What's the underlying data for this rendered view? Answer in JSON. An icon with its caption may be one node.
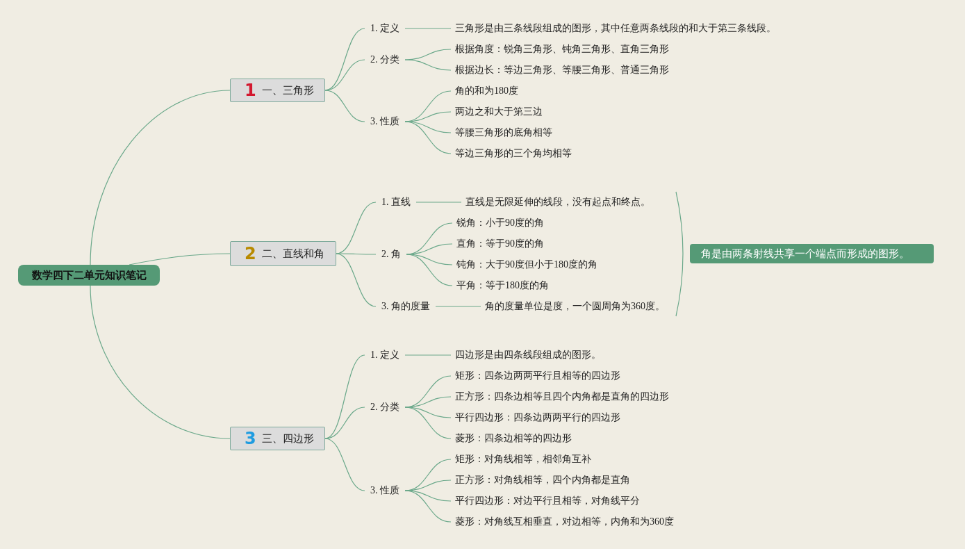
{
  "diagram": {
    "nodes": [
      {
        "text": [
          "数学四下二单元知识笔记"
        ]
      },
      {
        "text": [
          "1",
          "一、三角形"
        ]
      },
      {
        "text": [
          "1. 定义"
        ]
      },
      {
        "text": [
          "三角形是由三条线段组成的图形，其中任意两条线段的和大于第三条线段。"
        ]
      },
      {
        "text": [
          "2. 分类"
        ]
      },
      {
        "text": [
          "根据角度：锐角三角形、钝角三角形、直角三角形"
        ]
      },
      {
        "text": [
          "根据边长：等边三角形、等腰三角形、普通三角形"
        ]
      },
      {
        "text": [
          "3. 性质"
        ]
      },
      {
        "text": [
          "角的和为180度"
        ]
      },
      {
        "text": [
          "两边之和大于第三边"
        ]
      },
      {
        "text": [
          "等腰三角形的底角相等"
        ]
      },
      {
        "text": [
          "等边三角形的三个角均相等"
        ]
      },
      {
        "text": [
          "2",
          "二、直线和角"
        ]
      },
      {
        "text": [
          "1. 直线"
        ]
      },
      {
        "text": [
          "直线是无限延伸的线段，没有起点和终点。"
        ]
      },
      {
        "text": [
          "2. 角"
        ]
      },
      {
        "text": [
          "锐角：小于90度的角"
        ]
      },
      {
        "text": [
          "直角：等于90度的角"
        ]
      },
      {
        "text": [
          "钝角：大于90度但小于180度的角"
        ]
      },
      {
        "text": [
          "平角：等于180度的角"
        ]
      },
      {
        "text": [
          "3. 角的度量"
        ]
      },
      {
        "text": [
          "角的度量单位是度，一个圆周角为360度。"
        ]
      },
      {
        "text": [
          "角是由两条射线共享一个端点而形成的图形。"
        ]
      },
      {
        "text": [
          "3",
          "三、四边形"
        ]
      },
      {
        "text": [
          "1. 定义"
        ]
      },
      {
        "text": [
          "四边形是由四条线段组成的图形。"
        ]
      },
      {
        "text": [
          "2. 分类"
        ]
      },
      {
        "text": [
          "矩形：四条边两两平行且相等的四边形"
        ]
      },
      {
        "text": [
          "正方形：四条边相等且四个内角都是直角的四边形"
        ]
      },
      {
        "text": [
          "平行四边形：四条边两两平行的四边形"
        ]
      },
      {
        "text": [
          "菱形：四条边相等的四边形"
        ]
      },
      {
        "text": [
          "3. 性质"
        ]
      },
      {
        "text": [
          "矩形：对角线相等，相邻角互补"
        ]
      },
      {
        "text": [
          "正方形：对角线相等，四个内角都是直角"
        ]
      },
      {
        "text": [
          "平行四边形：对边平行且相等，对角线平分"
        ]
      },
      {
        "text": [
          "菱形：对角线互相垂直，对边相等，内角和为360度"
        ]
      }
    ],
    "edges": [
      {
        "from": 0,
        "to": 1,
        "arrow": "none"
      },
      {
        "from": 0,
        "to": 12,
        "arrow": "none"
      },
      {
        "from": 0,
        "to": 23,
        "arrow": "none"
      },
      {
        "from": 1,
        "to": 2,
        "arrow": "none"
      },
      {
        "from": 1,
        "to": 4,
        "arrow": "none"
      },
      {
        "from": 1,
        "to": 7,
        "arrow": "none"
      },
      {
        "from": 2,
        "to": 3,
        "arrow": "none"
      },
      {
        "from": 4,
        "to": 5,
        "arrow": "none"
      },
      {
        "from": 4,
        "to": 6,
        "arrow": "none"
      },
      {
        "from": 7,
        "to": 8,
        "arrow": "none"
      },
      {
        "from": 7,
        "to": 9,
        "arrow": "none"
      },
      {
        "from": 7,
        "to": 10,
        "arrow": "none"
      },
      {
        "from": 7,
        "to": 11,
        "arrow": "none"
      },
      {
        "from": 12,
        "to": 13,
        "arrow": "none"
      },
      {
        "from": 12,
        "to": 15,
        "arrow": "none"
      },
      {
        "from": 12,
        "to": 20,
        "arrow": "none"
      },
      {
        "from": 13,
        "to": 14,
        "arrow": "none"
      },
      {
        "from": 15,
        "to": 16,
        "arrow": "none"
      },
      {
        "from": 15,
        "to": 17,
        "arrow": "none"
      },
      {
        "from": 15,
        "to": 18,
        "arrow": "none"
      },
      {
        "from": 15,
        "to": 19,
        "arrow": "none"
      },
      {
        "from": 20,
        "to": 21,
        "arrow": "none"
      },
      {
        "from": 23,
        "to": 24,
        "arrow": "none"
      },
      {
        "from": 23,
        "to": 26,
        "arrow": "none"
      },
      {
        "from": 23,
        "to": 31,
        "arrow": "none"
      },
      {
        "from": 24,
        "to": 25,
        "arrow": "none"
      },
      {
        "from": 26,
        "to": 27,
        "arrow": "none"
      },
      {
        "from": 26,
        "to": 28,
        "arrow": "none"
      },
      {
        "from": 26,
        "to": 29,
        "arrow": "none"
      },
      {
        "from": 26,
        "to": 30,
        "arrow": "none"
      },
      {
        "from": 31,
        "to": 32,
        "arrow": "none"
      },
      {
        "from": 31,
        "to": 33,
        "arrow": "none"
      },
      {
        "from": 31,
        "to": 34,
        "arrow": "none"
      },
      {
        "from": 31,
        "to": 35,
        "arrow": "none"
      }
    ]
  }
}
